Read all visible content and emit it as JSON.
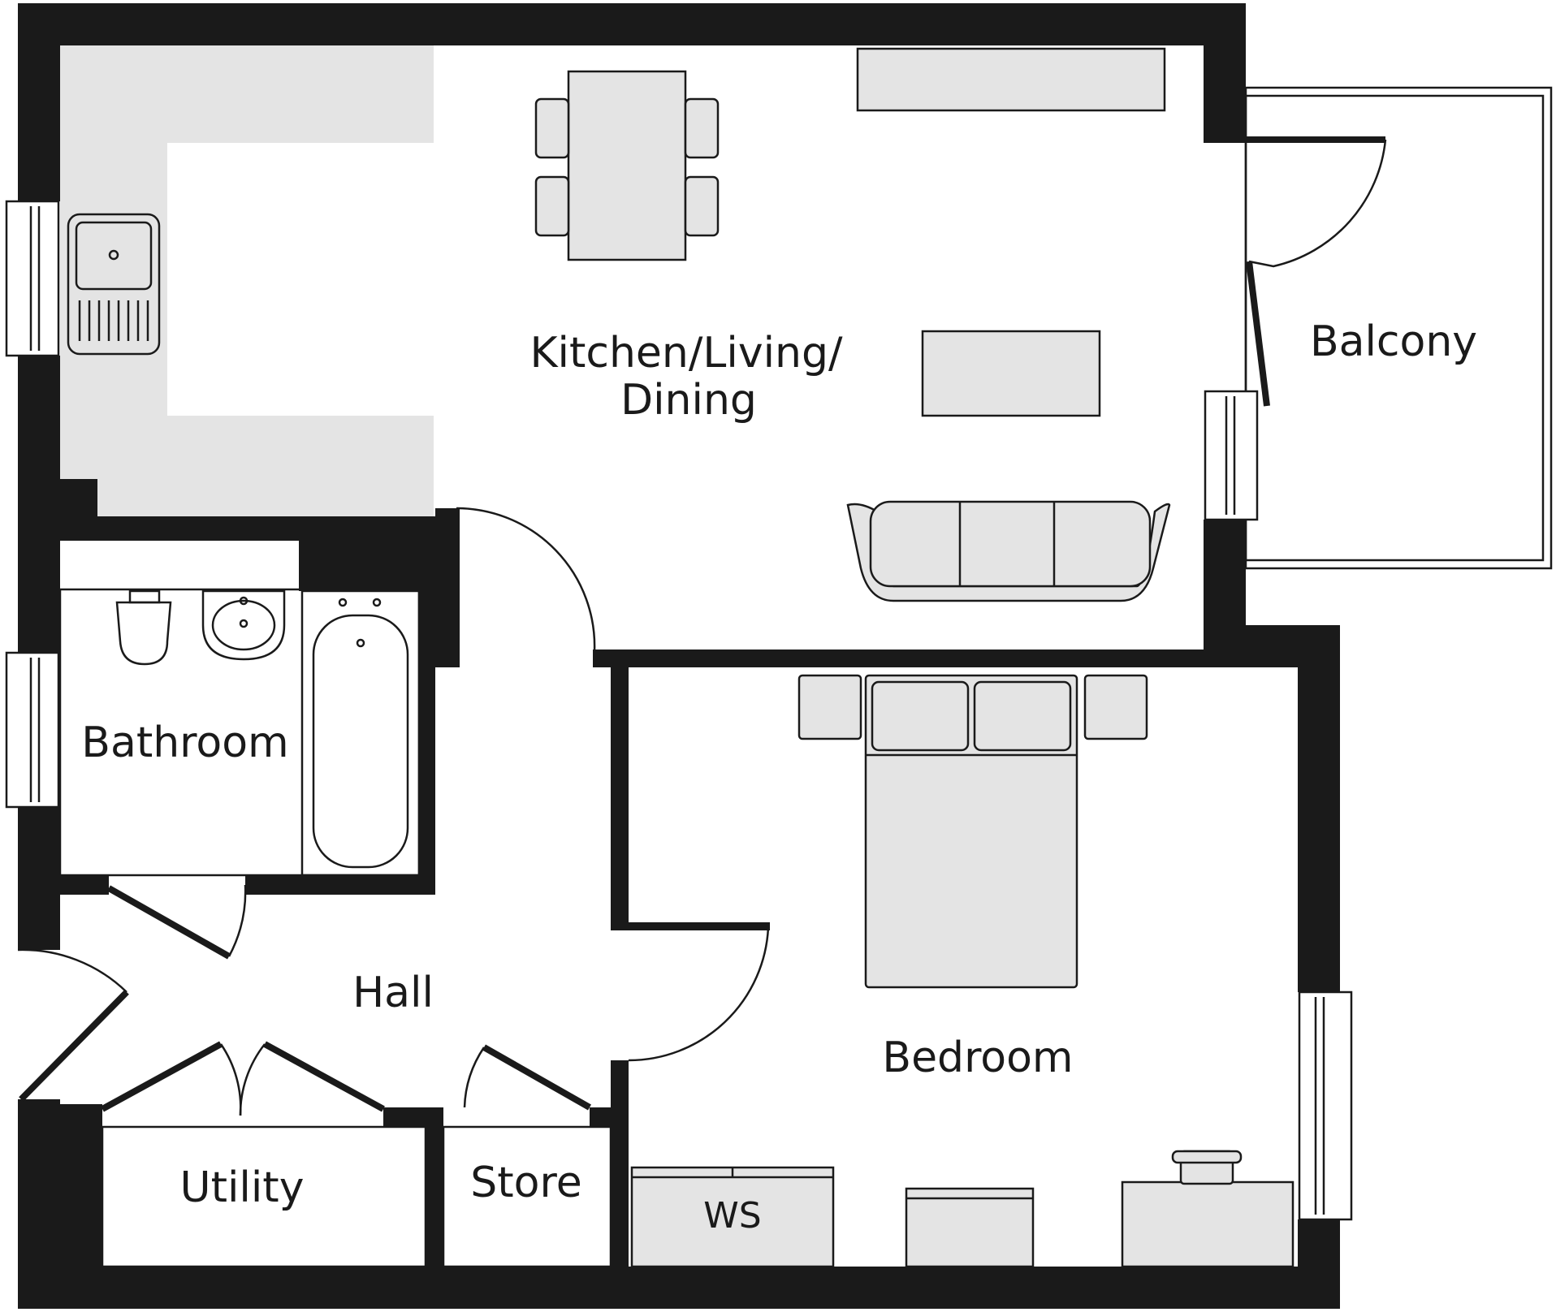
{
  "rooms": {
    "kitchen_line1": "Kitchen/Living/",
    "kitchen_line2": "Dining",
    "balcony": "Balcony",
    "bathroom": "Bathroom",
    "hall": "Hall",
    "bedroom": "Bedroom",
    "utility": "Utility",
    "store": "Store"
  },
  "fixtures": {
    "ws": "WS"
  },
  "colors": {
    "wall": "#1a1a1a",
    "fixture_fill": "#e4e4e4",
    "background": "#ffffff"
  }
}
